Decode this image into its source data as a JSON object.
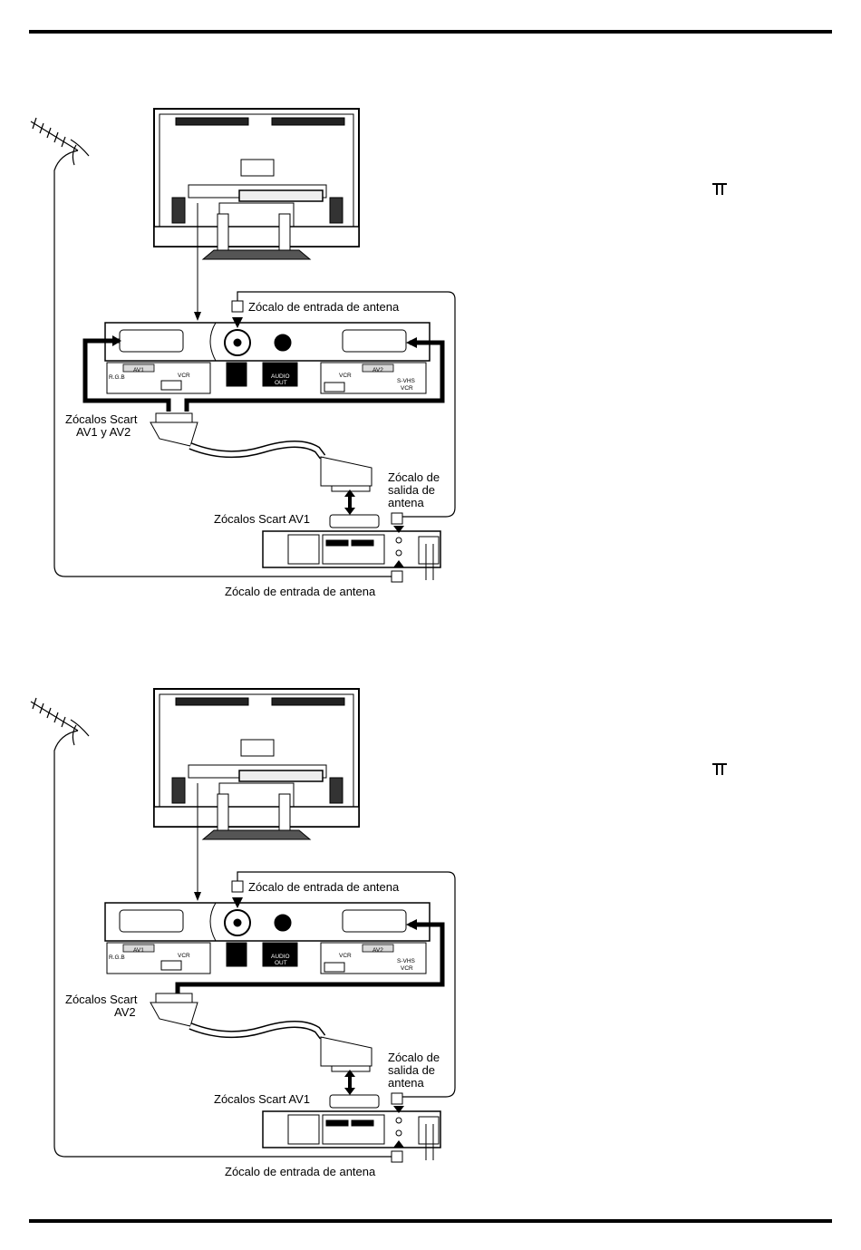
{
  "diagram1": {
    "antenna_in_top": "Zócalo de entrada de antena",
    "scart_label_line1": "Zócalos Scart",
    "scart_label_line2": "AV1 y AV2",
    "antenna_out_line1": "Zócalo de",
    "antenna_out_line2": "salida de",
    "antenna_out_line3": "antena",
    "vcr_scart": "Zócalos Scart AV1",
    "antenna_in_bottom": "Zócalo de entrada de antena"
  },
  "diagram2": {
    "antenna_in_top": "Zócalo de entrada de antena",
    "scart_label_line1": "Zócalos Scart",
    "scart_label_line2": "AV2",
    "antenna_out_line1": "Zócalo de",
    "antenna_out_line2": "salida de",
    "antenna_out_line3": "antena",
    "vcr_scart": "Zócalos Scart AV1",
    "antenna_in_bottom": "Zócalo de entrada de antena"
  },
  "panel": {
    "av1": "AV1",
    "av2": "AV2",
    "rgb": "R.G.B",
    "vcr": "VCR",
    "svhs": "S-VHS",
    "svhs_vcr": "VCR",
    "audio": "AUDIO",
    "out": "OUT"
  },
  "colors": {
    "ink": "#000000",
    "paper": "#ffffff",
    "panel_gray": "#d9d9d9",
    "dark_gray": "#555555"
  }
}
